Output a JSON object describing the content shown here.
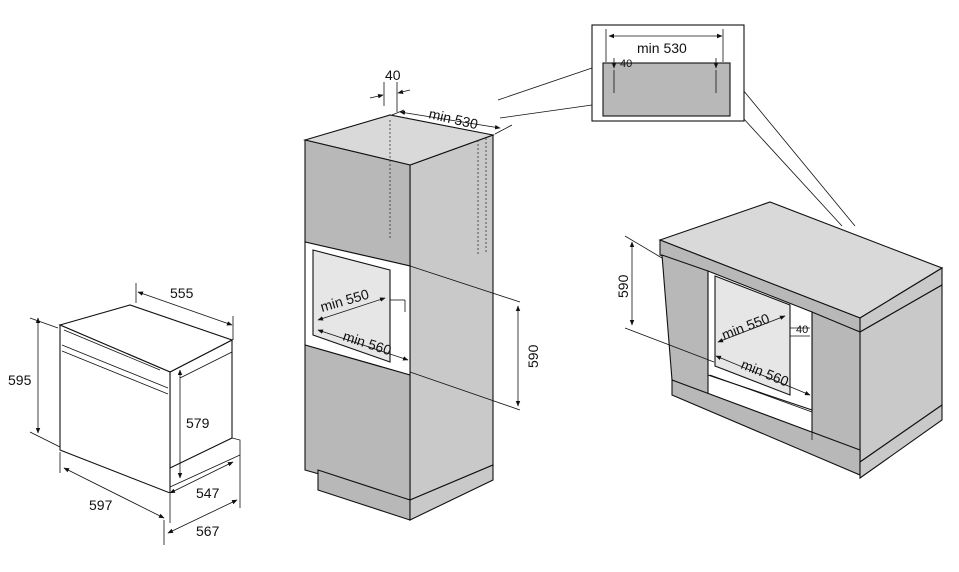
{
  "oven_dims": {
    "height": "595",
    "width_top": "555",
    "inner_height": "579",
    "width_front": "597",
    "depth_547": "547",
    "depth_567": "567"
  },
  "tall_cabinet_dims": {
    "gap": "40",
    "depth": "min 530",
    "inner_depth": "min 550",
    "inner_width": "min 560",
    "height": "590"
  },
  "detail_dims": {
    "width": "min 530",
    "gap": "40"
  },
  "under_counter_dims": {
    "height": "590",
    "inner_depth": "min 550",
    "gap": "40",
    "inner_width": "min 560"
  },
  "colors": {
    "panel": "#b8b8b8",
    "side": "#c9c9c9",
    "top": "#d9d9d9",
    "line": "#111111"
  }
}
